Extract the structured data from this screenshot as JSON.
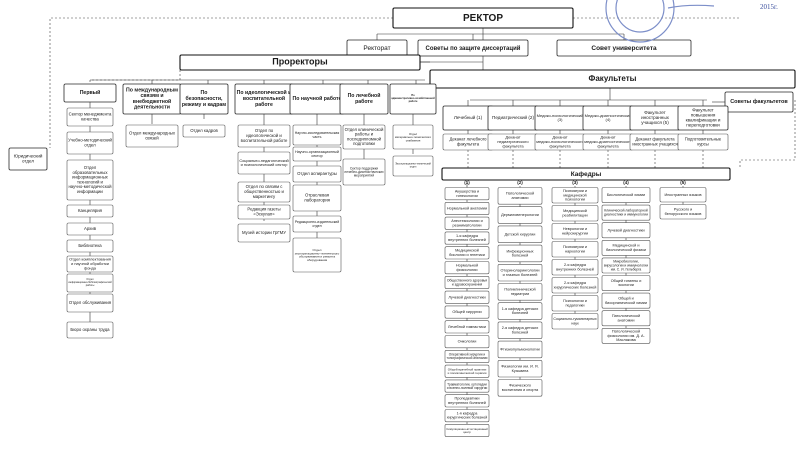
{
  "header": {
    "rector": "РЕКТОР",
    "rectorate": "Ректорат",
    "dissertation_councils": "Советы по защите диссертаций",
    "university_council": "Совет университета",
    "prorectors": "Проректоры",
    "faculties": "Факультеты",
    "departments": "Кафедры",
    "faculty_councils": "Советы факультетов",
    "legal_dept": "Юридический отдел",
    "stamp_year": "2015г."
  },
  "first": {
    "title": "Первый",
    "items": [
      "Сектор менеджмента качества",
      "Учебно-методический отдел",
      "Отдел образовательных информационных технологий и научно-методической информации",
      "Канцелярия",
      "Архив",
      "Библиотека",
      "Отдел комплектования и научной обработки фонда",
      "Отдел информационно-библиографической работы",
      "Отдел обслуживания",
      "Бюро охраны труда"
    ]
  },
  "international": {
    "title": "По международным связям и внебюджетной деятельности",
    "items": [
      "Отдел международных связей"
    ]
  },
  "security": {
    "title": "По безопасности, режиму и кадрам",
    "items": [
      "Отдел кадров"
    ]
  },
  "ideology": {
    "title": "По идеологической и воспитательной работе",
    "items": [
      "Отдел по идеологической и воспитательной работе",
      "Социально-педагогический и психологический сектор",
      "Отдел по связям с общественностью и маркетингу",
      "Редакция газеты «Эскулап»",
      "Музей истории ГрГМУ"
    ]
  },
  "science": {
    "title": "По научной работе",
    "items": [
      "Научно-исследовательская часть",
      "Научно-организационный сектор",
      "Отдел аспирантуры",
      "Отраслевая лаборатория",
      "Редакционно-издательский отдел",
      "Отдел эксплуатационно-технического обслуживания и ремонта оборудования"
    ]
  },
  "clinical": {
    "title": "По лечебной работе",
    "items": [
      "Отдел клинической работы и последипломной подготовки",
      "Сектор поддержки лечебно-диагностических мероприятий"
    ]
  },
  "admin": {
    "title": "По административно-хозяйственной работе",
    "items": [
      "Отдел материально-технического снабжения",
      "Эксплуатационно-технический отдел"
    ]
  },
  "faculty_list": [
    {
      "name": "Лечебный (1)",
      "dean": "Деканат лечебного факультета"
    },
    {
      "name": "Педиатрический (2)",
      "dean": "Деканат педиатрического факультета"
    },
    {
      "name": "Медико-психологический (3)",
      "dean": "Деканат медико-психологического факультета"
    },
    {
      "name": "Медико-диагностический (4)",
      "dean": "Деканат медико-диагностического факультета"
    },
    {
      "name": "Факультет иностранных учащихся (5)",
      "dean": "Деканат факультета иностранных учащихся"
    },
    {
      "name": "Факультет повышения квалификации и переподготовки",
      "dean": "Подготовительные курсы"
    }
  ],
  "dept_cols": [
    {
      "num": "(1)",
      "items": [
        "Акушерства и гинекологии",
        "Нормальной анатомии",
        "Анестезиологии и реаниматологии",
        "1-я кафедра внутренних болезней",
        "Медицинской биологии и генетики",
        "Нормальной физиологии",
        "Общественного здоровья и здравоохранения",
        "Лучевой диагностики",
        "Общей хирургии",
        "Лечебной гимнастики",
        "Онкологии",
        "Оперативной хирургии и топографической анатомии",
        "Общей врачебной практики и поликлинической терапии",
        "Травматологии, ортопедии и военно-полевой хирургии",
        "Пропедевтики внутренних болезней",
        "1-я кафедра хирургических болезней",
        "Симуляционно-аттестационный центр"
      ]
    },
    {
      "num": "(2)",
      "items": [
        "Патологической анатомии",
        "Дерматовенерологии",
        "Детской хирургии",
        "Инфекционных болезней",
        "Оториноларингологии и глазных болезней",
        "Поликлинической педиатрии",
        "1-я кафедра детских болезней",
        "2-я кафедра детских болезней",
        "Фтизиопульмонологии",
        "Физиологии им. И. Я. Кузьмина",
        "Физического воспитания и спорта"
      ]
    },
    {
      "num": "(3)",
      "items": [
        "Психиатрии и медицинской психологии",
        "Медицинской реабилитации",
        "Неврологии и нейрохирургии",
        "Психиатрии и наркологии",
        "2-я кафедра внутренних болезней",
        "2-я кафедра хирургических болезней",
        "Психологии и педагогики",
        "Социально-гуманитарных наук"
      ]
    },
    {
      "num": "(4)",
      "items": [
        "Биологической химии",
        "Клинической лабораторной диагностики и иммунологии",
        "Лучевой диагностики",
        "Медицинской и биологической физики",
        "Микробиологии, вирусологии и иммунологии им. С. И. Гельберга",
        "Общей гигиены и экологии",
        "Общей и биоорганической химии",
        "Патологической анатомии",
        "Патологической физиологии им. Д. А. Маслакова"
      ]
    },
    {
      "num": "(5)",
      "items": [
        "Иностранных языков",
        "Русского и белорусского языков"
      ]
    }
  ]
}
